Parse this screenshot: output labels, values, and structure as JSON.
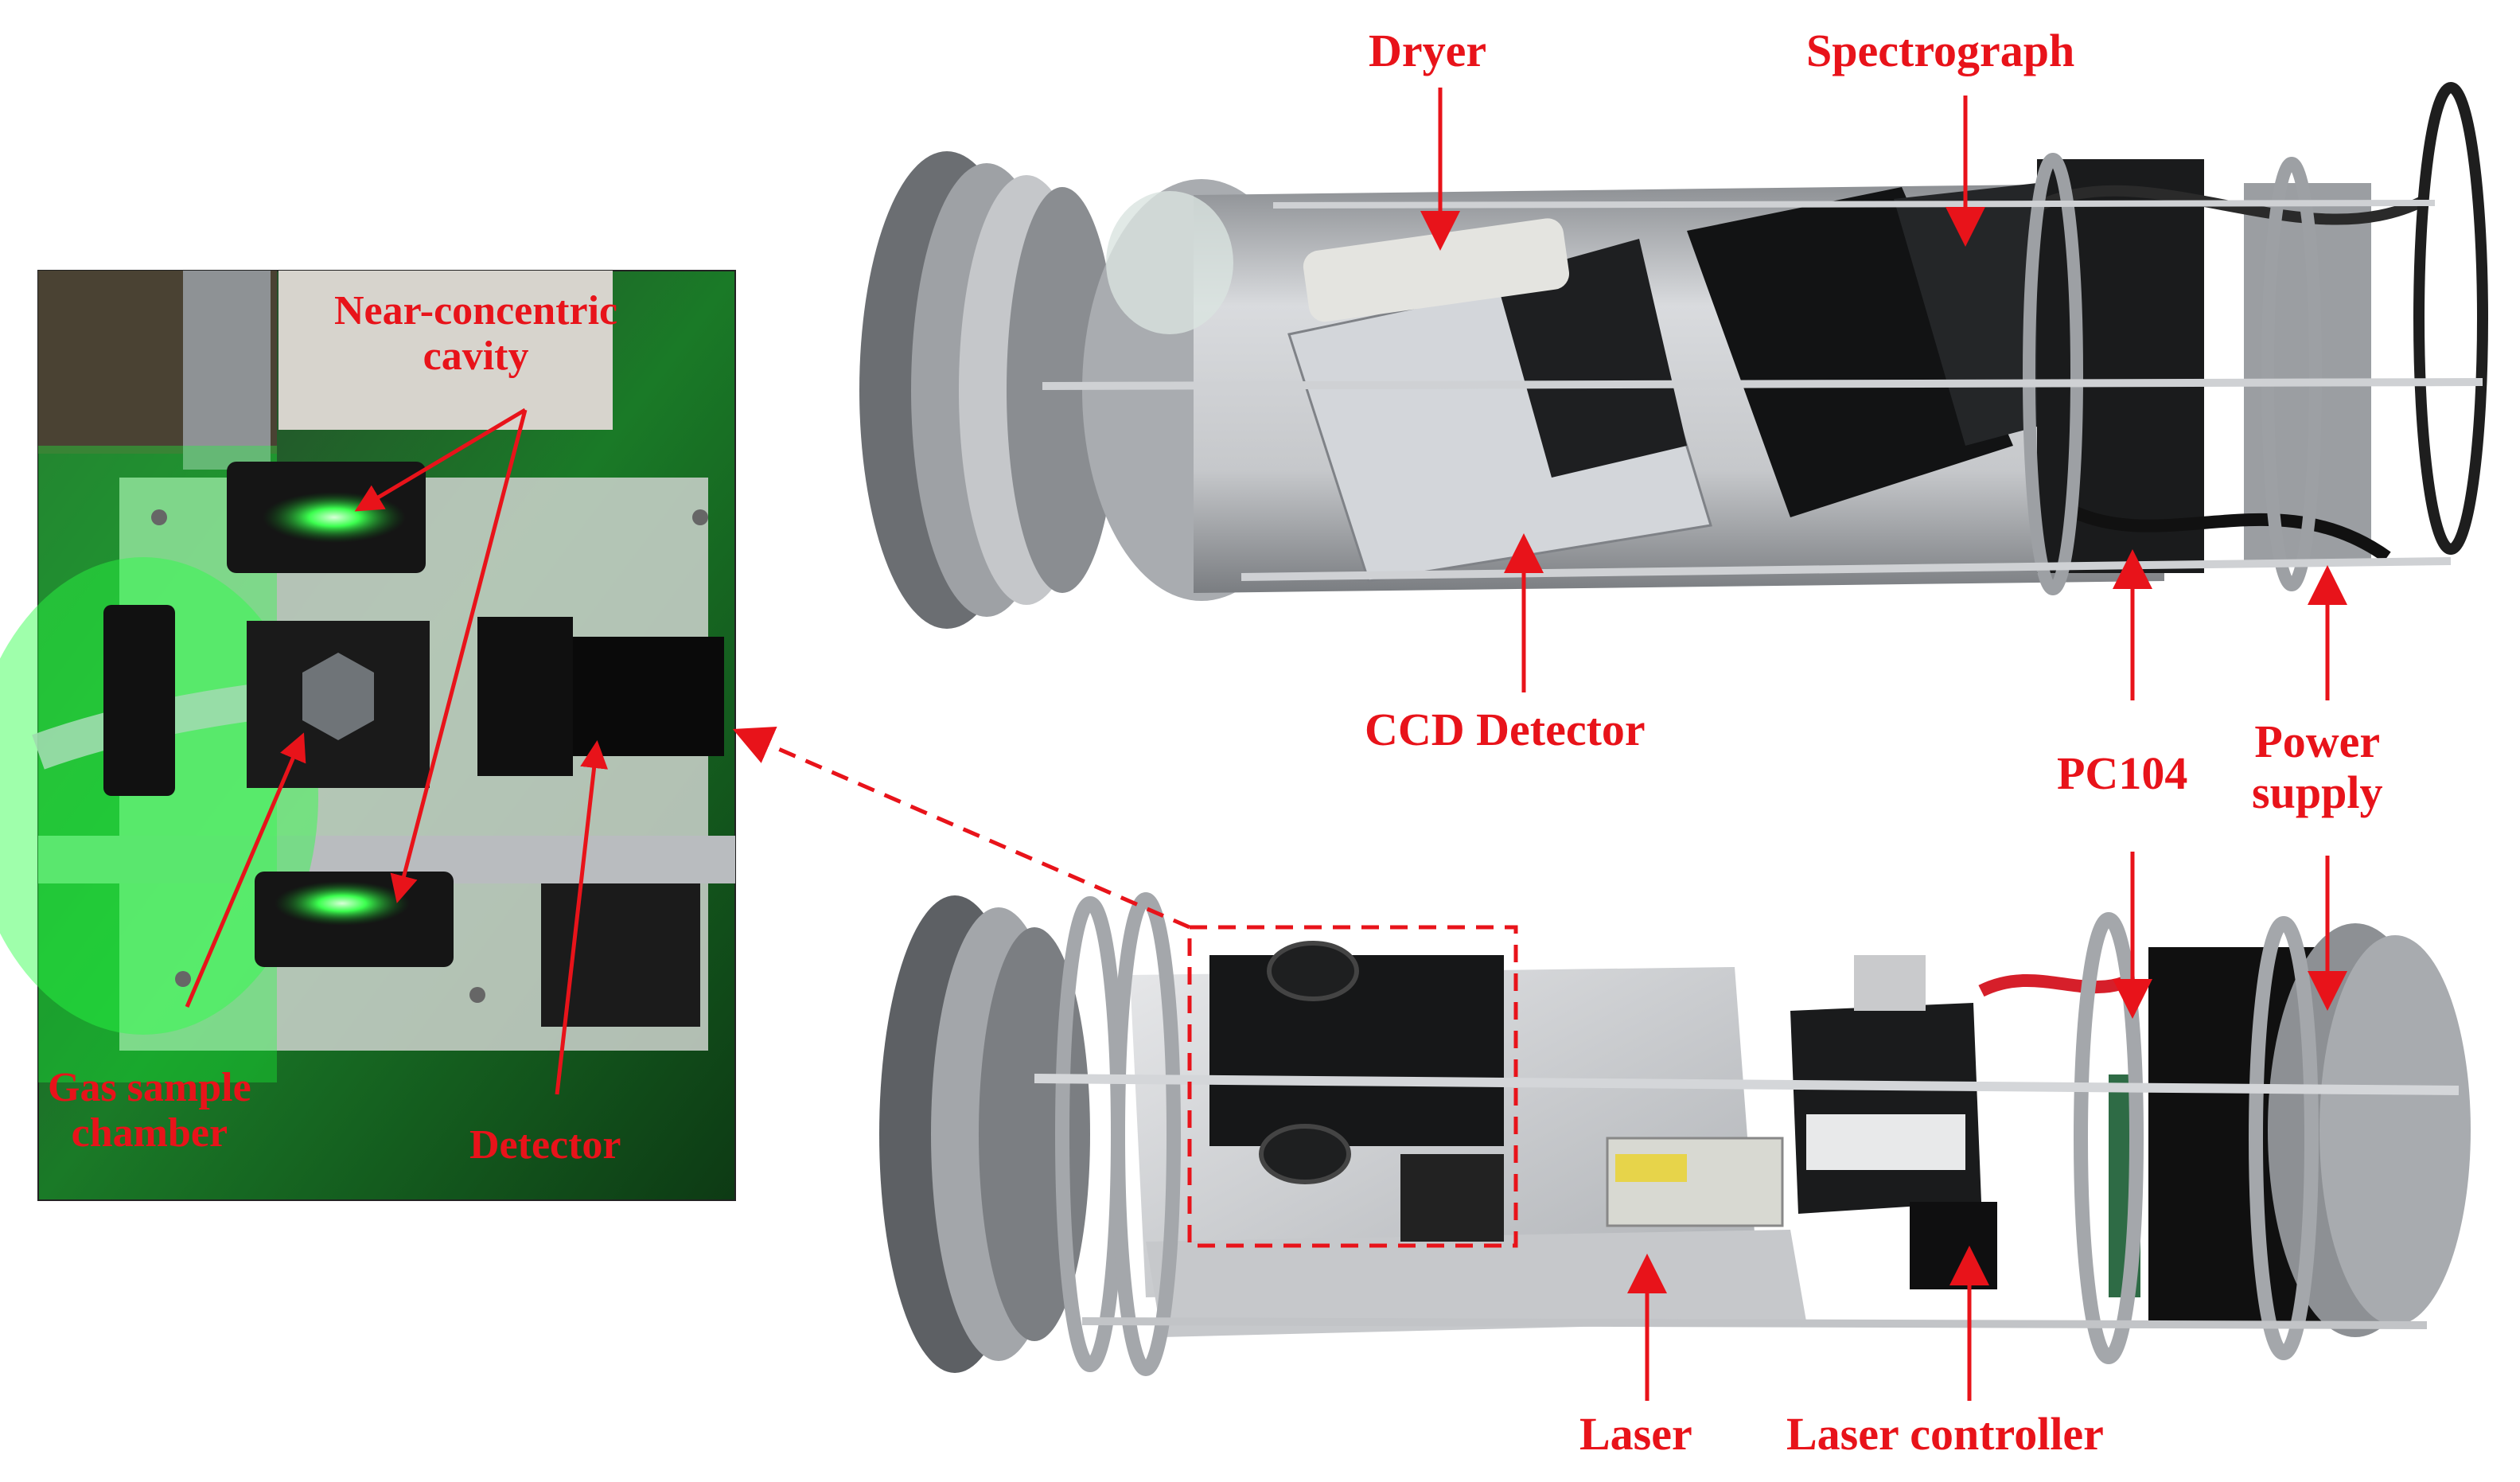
{
  "colors": {
    "annotation": "#e8131a",
    "metal": "#b8babd",
    "dark_metal": "#3a3b3d",
    "black_parts": "#141414",
    "green_glow": "#19ff3a",
    "background": "#ffffff"
  },
  "inset_photo": {
    "labels": {
      "near_concentric_cavity": "Near-concentric\ncavity",
      "gas_sample_chamber": "Gas sample\nchamber",
      "detector": "Detector"
    }
  },
  "top_photo": {
    "labels": {
      "dryer": "Dryer",
      "spectrograph": "Spectrograph",
      "ccd_detector": "CCD Detector",
      "pc104": "PC104",
      "power_supply": "Power\nsupply"
    }
  },
  "bottom_photo": {
    "labels": {
      "laser": "Laser",
      "laser_controller": "Laser controller"
    }
  }
}
